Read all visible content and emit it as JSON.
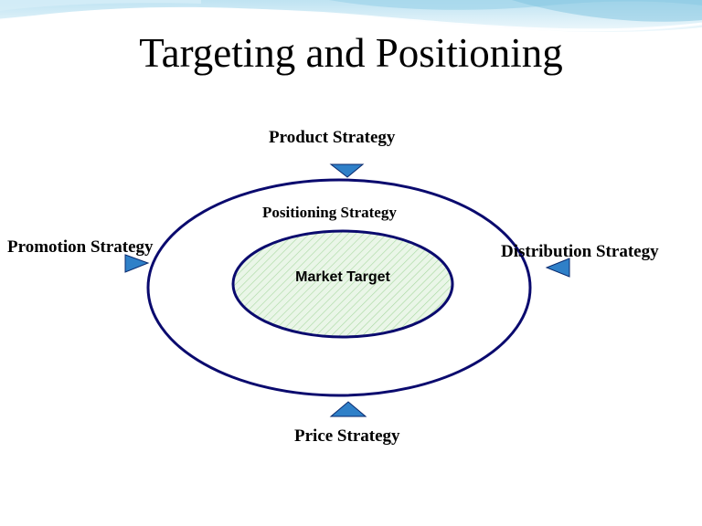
{
  "slide": {
    "title": "Targeting and Positioning"
  },
  "diagram": {
    "outer_label": "Positioning Strategy",
    "inner_label": "Market Target",
    "strategies": {
      "top": "Product Strategy",
      "left": "Promotion Strategy",
      "right": "Distribution Strategy",
      "bottom": "Price Strategy"
    }
  },
  "colors": {
    "ellipse_stroke": "#0a0a6e",
    "arrow_fill": "#2f80c8",
    "arrow_stroke": "#0a2a6e",
    "inner_fill": "#eaf6e8",
    "hatch": "#a8d8a0",
    "banner_light": "#e4f3fa",
    "banner_mid": "#bfe3f2",
    "banner_dark": "#8fcde6"
  }
}
